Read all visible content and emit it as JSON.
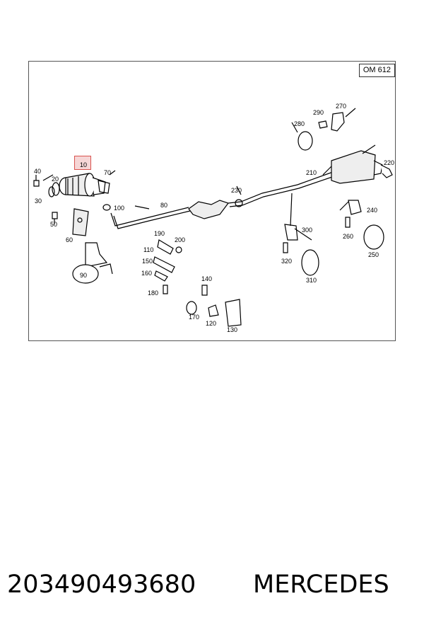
{
  "diagram": {
    "engine_tag": "OM 612",
    "highlighted_part": "10",
    "callouts": {
      "c10": "10",
      "c20": "20",
      "c30": "30",
      "c40": "40",
      "c50": "50",
      "c60": "60",
      "c70": "70",
      "c80": "80",
      "c90": "90",
      "c100": "100",
      "c110": "110",
      "c120": "120",
      "c130": "130",
      "c140": "140",
      "c150": "150",
      "c160": "160",
      "c170": "170",
      "c180": "180",
      "c190": "190",
      "c200": "200",
      "c210": "210",
      "c220": "220",
      "c230": "230",
      "c240": "240",
      "c250": "250",
      "c260": "260",
      "c270": "270",
      "c280": "280",
      "c290": "290",
      "c300": "300",
      "c310": "310",
      "c320": "320"
    }
  },
  "footer": {
    "part_number": "203490493680",
    "brand": "MERCEDES"
  },
  "colors": {
    "highlight_fill": "#f6d6d6",
    "highlight_border": "#d9534f",
    "line": "#000000"
  }
}
